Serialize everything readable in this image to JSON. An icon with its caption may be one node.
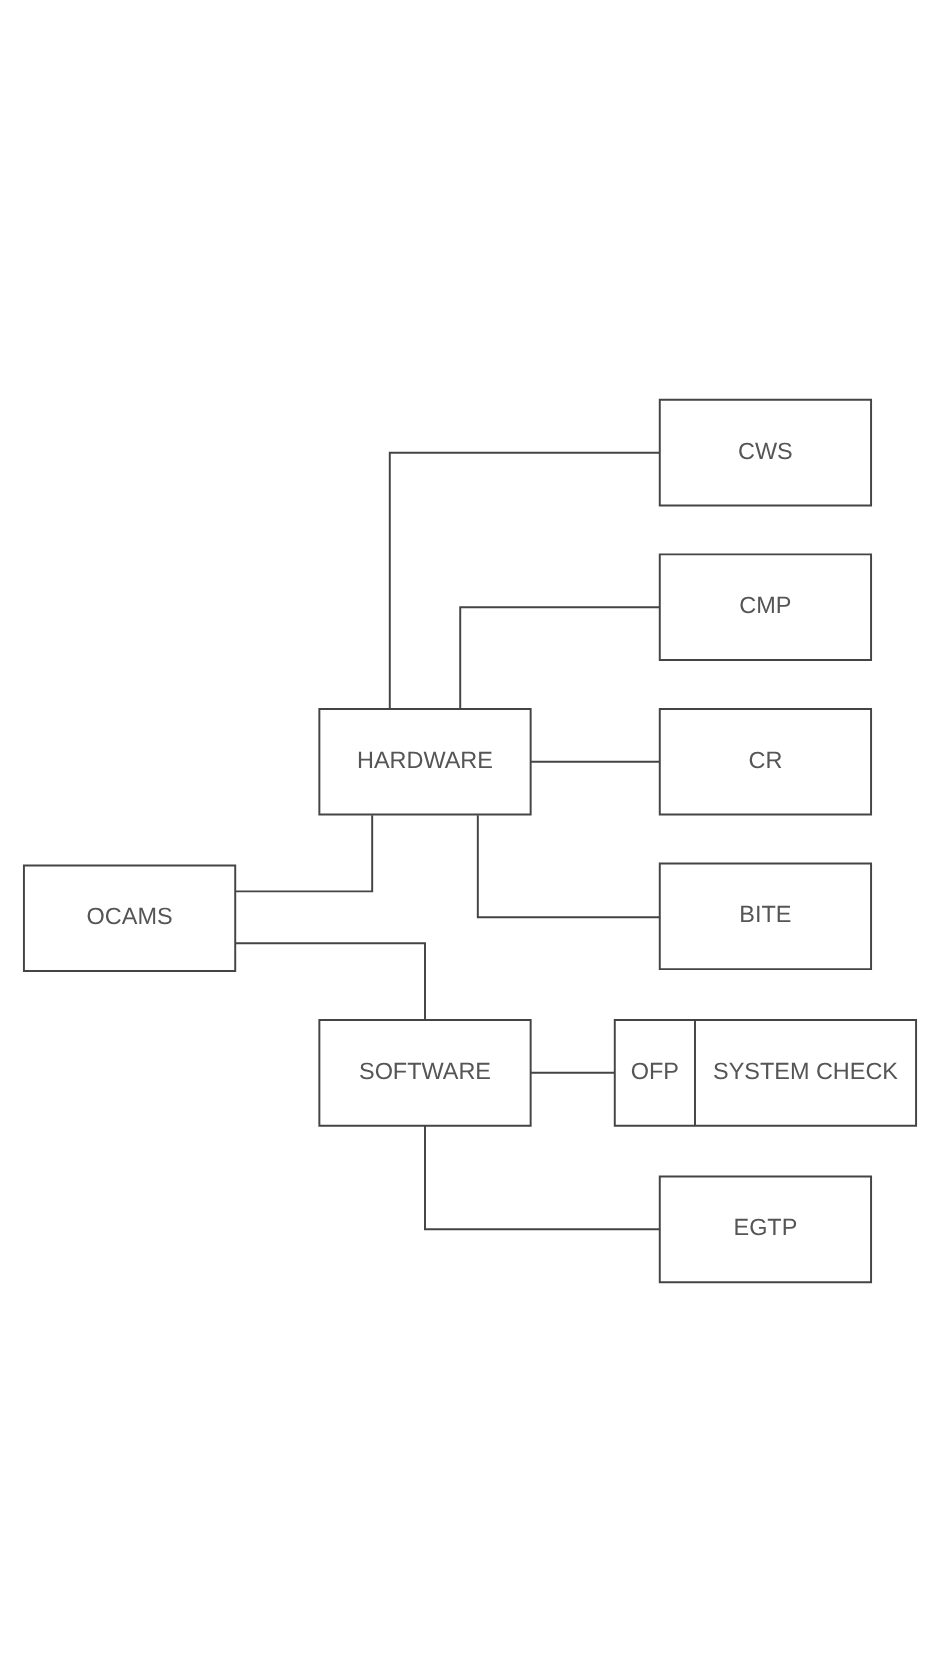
{
  "diagram": {
    "nodes": [
      {
        "text": [
          "OCAMS"
        ]
      },
      {
        "text": [
          "HARDWARE"
        ]
      },
      {
        "text": [
          "SOFTWARE"
        ]
      },
      {
        "text": [
          "CWS"
        ]
      },
      {
        "text": [
          "CMP"
        ]
      },
      {
        "text": [
          "CR"
        ]
      },
      {
        "text": [
          "BITE"
        ]
      },
      {
        "text": [
          "OFP",
          "SYSTEM CHECK"
        ]
      },
      {
        "text": [
          "EGTP"
        ]
      }
    ],
    "edges": [
      {
        "from": 0,
        "to": 1,
        "arrow": "none"
      },
      {
        "from": 0,
        "to": 2,
        "arrow": "none"
      },
      {
        "from": 1,
        "to": 3,
        "arrow": "none"
      },
      {
        "from": 1,
        "to": 4,
        "arrow": "none"
      },
      {
        "from": 1,
        "to": 5,
        "arrow": "none"
      },
      {
        "from": 1,
        "to": 6,
        "arrow": "none"
      },
      {
        "from": 2,
        "to": 7,
        "arrow": "none"
      },
      {
        "from": 2,
        "to": 8,
        "arrow": "none"
      }
    ]
  }
}
